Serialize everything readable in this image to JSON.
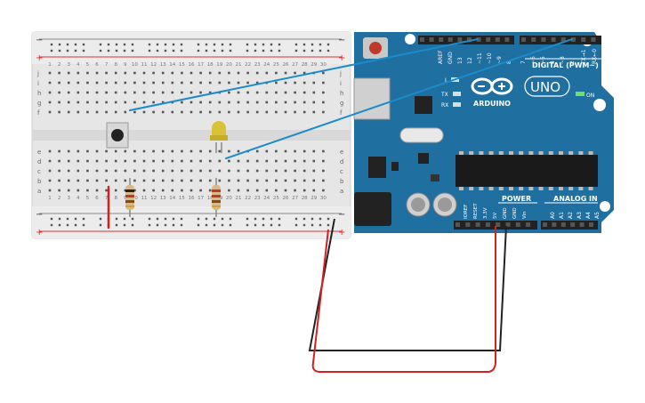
{
  "breadboard": {
    "rail_plus": "+",
    "rail_minus": "−",
    "row_letters_top": [
      "j",
      "i",
      "h",
      "g",
      "f"
    ],
    "row_letters_bottom": [
      "e",
      "d",
      "c",
      "b",
      "a"
    ],
    "column_numbers": [
      "1",
      "2",
      "3",
      "4",
      "5",
      "6",
      "7",
      "8",
      "9",
      "10",
      "11",
      "12",
      "13",
      "14",
      "15",
      "16",
      "17",
      "18",
      "19",
      "20",
      "21",
      "22",
      "23",
      "24",
      "25",
      "26",
      "27",
      "28",
      "29",
      "30"
    ]
  },
  "arduino": {
    "brand": "ARDUINO",
    "model": "UNO",
    "digital_label": "DIGITAL (PWM~)",
    "power_label": "POWER",
    "analog_label": "ANALOG IN",
    "on_label": "ON",
    "led_l": "L",
    "led_tx": "TX",
    "led_rx": "RX",
    "top_pins": [
      "AREF",
      "GND",
      "13",
      "12",
      "~11",
      "~10",
      "~9",
      "8",
      "7",
      "~6",
      "~5",
      "4",
      "~3",
      "2",
      "TX→1",
      "RX←0"
    ],
    "power_pins": [
      "IOREF",
      "RESET",
      "3.3V",
      "5V",
      "GND",
      "GND",
      "Vin"
    ],
    "analog_pins": [
      "A0",
      "A1",
      "A2",
      "A3",
      "A4",
      "A5"
    ]
  },
  "colors": {
    "board_blue": "#1f6fa0",
    "breadboard": "#e8e8e8",
    "wire_red": "#d32020",
    "wire_black": "#222222",
    "wire_blue": "#1a8ccc",
    "led_yellow": "#d9c23a"
  }
}
